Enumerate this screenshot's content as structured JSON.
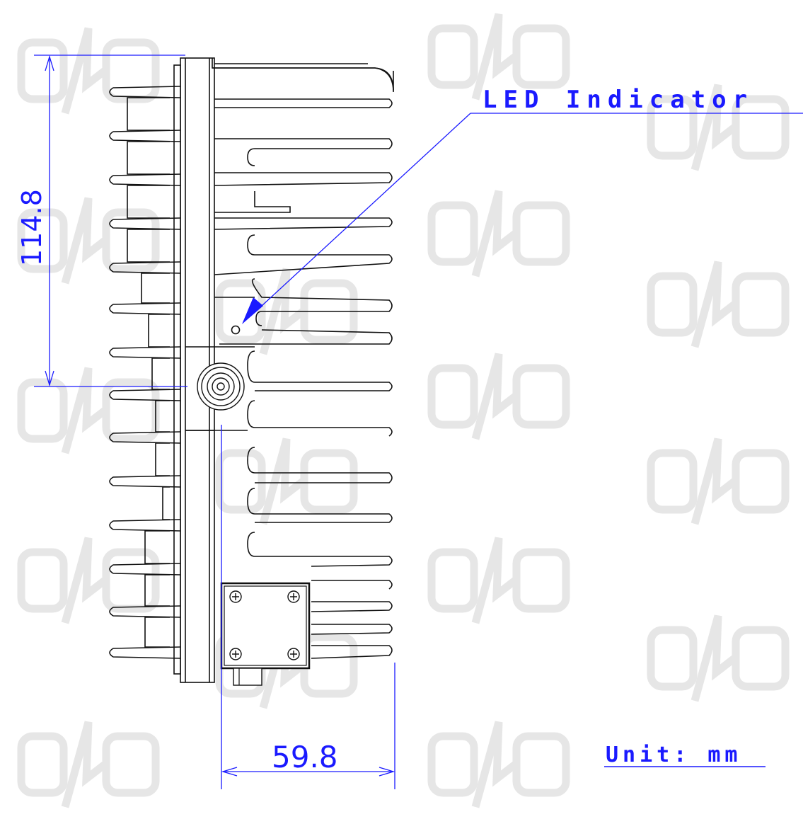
{
  "drawing": {
    "led_label": "LED Indicator",
    "height_dim": "114.8",
    "width_dim": "59.8",
    "unit_label": "Unit: mm"
  },
  "colors": {
    "dimension": "#1a1aff",
    "outline": "#111111",
    "watermark": "#e6e6e6"
  }
}
